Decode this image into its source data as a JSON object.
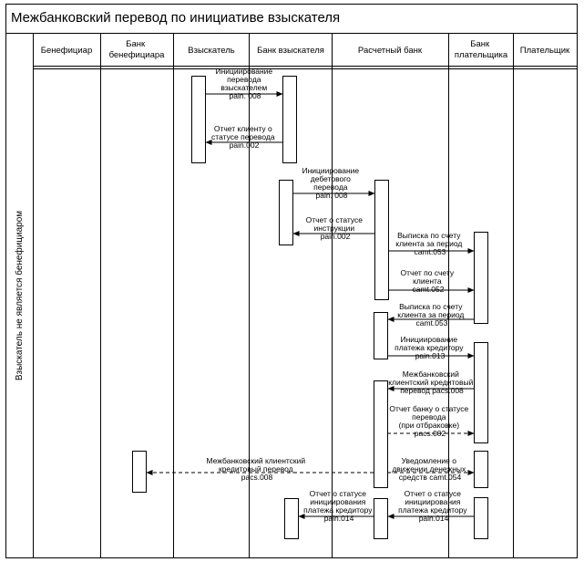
{
  "title": "Межбанковский перевод по инициативе взыскателя",
  "side_label": "Взыскатель не является бенефициаром",
  "lanes": [
    [
      "Бенефициар"
    ],
    [
      "Банк",
      "бенефициара"
    ],
    [
      "Взыскатель"
    ],
    [
      "Банк взыскателя"
    ],
    [
      "Расчетный банк"
    ],
    [
      "Банк",
      "плательщика"
    ],
    [
      "Плательщик"
    ]
  ],
  "messages": [
    {
      "lines": [
        "Инициирование",
        "перевода",
        "взыскателем",
        "pain. 008"
      ],
      "style": "solid"
    },
    {
      "lines": [
        "Отчет клиенту о",
        "статусе перевода",
        "pain.002"
      ],
      "style": "solid"
    },
    {
      "lines": [
        "Инициирование",
        "дебетового",
        "перевода",
        "pain. 008"
      ],
      "style": "solid"
    },
    {
      "lines": [
        "Отчет о статусе",
        "инструкции",
        "pain.002"
      ],
      "style": "solid"
    },
    {
      "lines": [
        "Выписка по счету",
        "клиента за период",
        "camt.053"
      ],
      "style": "solid"
    },
    {
      "lines": [
        "Отчет по счету",
        "клиента",
        "camt.052"
      ],
      "style": "solid"
    },
    {
      "lines": [
        "Выписка по счету",
        "клиента за период",
        "camt.053"
      ],
      "style": "solid"
    },
    {
      "lines": [
        "Инициирование",
        "платежа кредитору",
        "pain.013"
      ],
      "style": "solid"
    },
    {
      "lines": [
        "Межбанковский",
        "клиентский кредитовый",
        "перевод pacs.008"
      ],
      "style": "solid"
    },
    {
      "lines": [
        "Отчет банку о статусе",
        "перевода",
        "(при отбраковке)",
        "pacs.002"
      ],
      "style": "dashed"
    },
    {
      "lines": [
        "Уведомление о",
        "движении денежных",
        "средств camt.054"
      ],
      "style": "dashed"
    },
    {
      "lines": [
        "Межбанковский клиентский",
        "кредитовый перевод",
        "pacs.008"
      ],
      "style": "dashed"
    },
    {
      "lines": [
        "Отчет о статусе",
        "инициирования",
        "платежа кредитору",
        "pain.014"
      ],
      "style": "solid"
    },
    {
      "lines": [
        "Отчет о статусе",
        "инициирования",
        "платежа кредитору",
        "pain.014"
      ],
      "style": "solid"
    }
  ]
}
